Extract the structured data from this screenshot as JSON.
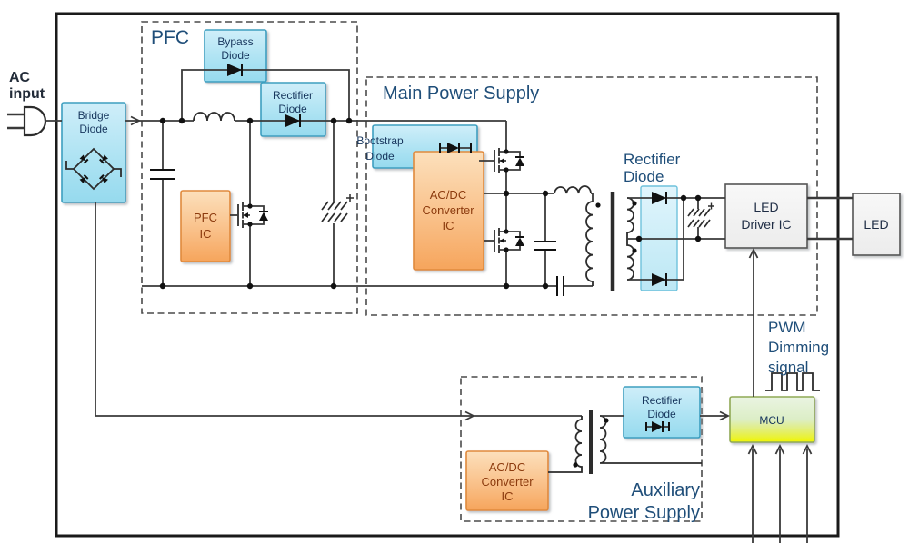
{
  "sections": {
    "pfc": "PFC",
    "main_power_supply": "Main Power Supply",
    "auxiliary_power_supply": [
      "Auxiliary",
      "Power Supply"
    ]
  },
  "blocks": {
    "ac_input": [
      "AC",
      "input"
    ],
    "bridge_diode": [
      "Bridge",
      "Diode"
    ],
    "bypass_diode": [
      "Bypass",
      "Diode"
    ],
    "pfc_rectifier_diode": [
      "Rectifier",
      "Diode"
    ],
    "pfc_ic": [
      "PFC",
      "IC"
    ],
    "bootstrap_diode": [
      "Bootstrap",
      "Diode"
    ],
    "main_acdc_converter_ic": [
      "AC/DC",
      "Converter",
      "IC"
    ],
    "main_rectifier_diode": [
      "Rectifier",
      "Diode"
    ],
    "led_driver_ic": [
      "LED",
      "Driver IC"
    ],
    "led": "LED",
    "mcu": "MCU",
    "pwm_dimming_signal": [
      "PWM",
      "Dimming",
      "signal"
    ],
    "aux_acdc_converter_ic": [
      "AC/DC",
      "Converter",
      "IC"
    ],
    "aux_rectifier_diode": [
      "Rectifier",
      "Diode"
    ]
  },
  "colors": {
    "wire": "#3A3A3A",
    "blue_box_fill_top": "#CFEEF9",
    "blue_box_fill_bottom": "#96DAEE",
    "blue_box_border": "#3E9FC0",
    "orange_box_fill_top": "#FCE0BC",
    "orange_box_fill_bottom": "#F6A55C",
    "orange_box_border": "#E08A3C",
    "gray_box_fill": "#F4F4F4",
    "gray_box_border": "#555555",
    "mcu_fill_top": "#EAF4E2",
    "mcu_fill_bottom": "#F0F503",
    "mcu_border": "#90A955",
    "section_label_text": "#1F4E79",
    "blue_box_text": "#17365D",
    "orange_box_text": "#8C3B0E",
    "dashed_border": "#4A4A4A",
    "outer_border": "#1A1A1A"
  }
}
